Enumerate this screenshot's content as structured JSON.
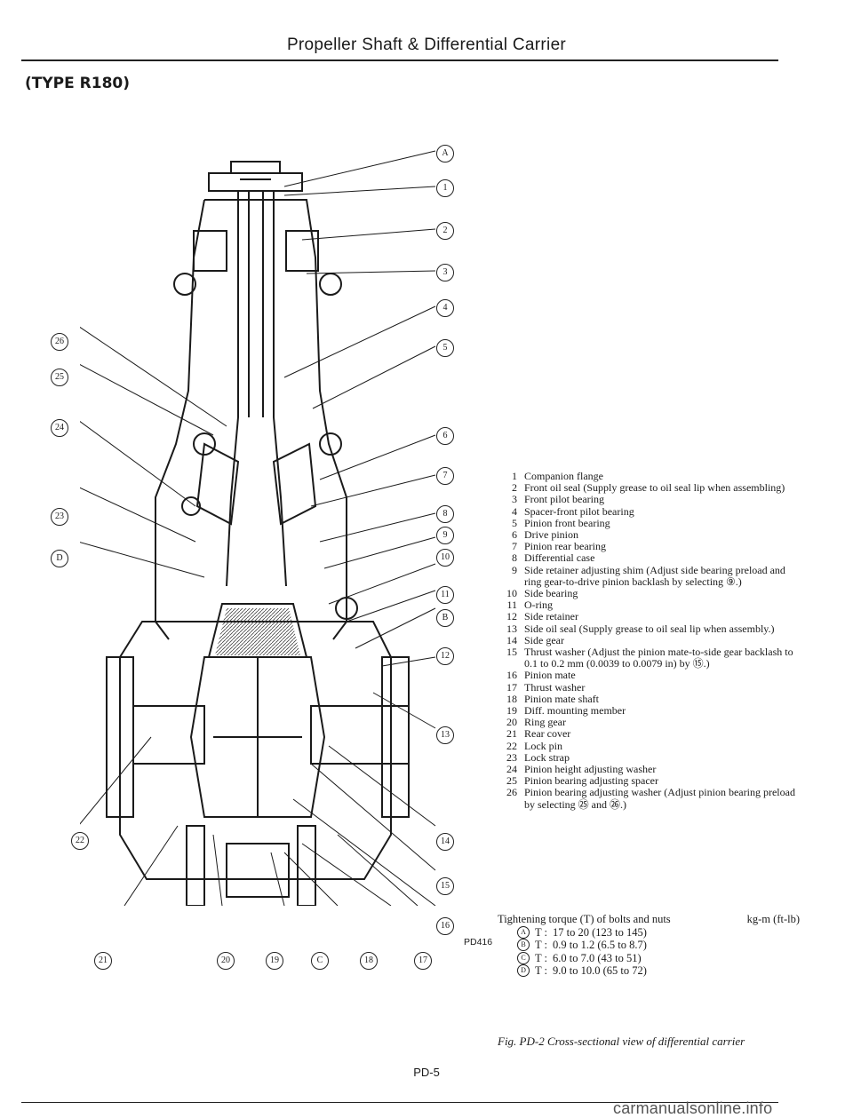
{
  "header": {
    "title": "Propeller Shaft & Differential Carrier"
  },
  "type_label": "(TYPE R180)",
  "callouts": {
    "A": "A",
    "B": "B",
    "C": "C",
    "D": "D",
    "n1": "1",
    "n2": "2",
    "n3": "3",
    "n4": "4",
    "n5": "5",
    "n6": "6",
    "n7": "7",
    "n8": "8",
    "n9": "9",
    "n10": "10",
    "n11": "11",
    "n12": "12",
    "n13": "13",
    "n14": "14",
    "n15": "15",
    "n16": "16",
    "n17": "17",
    "n18": "18",
    "n19": "19",
    "n20": "20",
    "n21": "21",
    "n22": "22",
    "n23": "23",
    "n24": "24",
    "n25": "25",
    "n26": "26"
  },
  "parts": [
    {
      "num": "1",
      "text": "Companion flange"
    },
    {
      "num": "2",
      "text": "Front oil seal (Supply grease to oil seal lip when assembling)"
    },
    {
      "num": "3",
      "text": "Front pilot bearing"
    },
    {
      "num": "4",
      "text": "Spacer-front pilot bearing"
    },
    {
      "num": "5",
      "text": "Pinion front bearing"
    },
    {
      "num": "6",
      "text": "Drive pinion"
    },
    {
      "num": "7",
      "text": "Pinion rear bearing"
    },
    {
      "num": "8",
      "text": "Differential case"
    },
    {
      "num": "9",
      "text": "Side retainer adjusting shim (Adjust side bearing preload and ring gear-to-drive pinion backlash by selecting ⑨.)"
    },
    {
      "num": "10",
      "text": "Side bearing"
    },
    {
      "num": "11",
      "text": "O-ring"
    },
    {
      "num": "12",
      "text": "Side retainer"
    },
    {
      "num": "13",
      "text": "Side oil seal (Supply grease to oil seal lip when assembly.)"
    },
    {
      "num": "14",
      "text": "Side gear"
    },
    {
      "num": "15",
      "text": "Thrust washer (Adjust the pinion mate-to-side gear backlash to 0.1 to 0.2 mm (0.0039 to 0.0079 in) by ⑮.)"
    },
    {
      "num": "16",
      "text": "Pinion mate"
    },
    {
      "num": "17",
      "text": "Thrust washer"
    },
    {
      "num": "18",
      "text": "Pinion mate shaft"
    },
    {
      "num": "19",
      "text": "Diff. mounting member"
    },
    {
      "num": "20",
      "text": "Ring gear"
    },
    {
      "num": "21",
      "text": "Rear cover"
    },
    {
      "num": "22",
      "text": "Lock pin"
    },
    {
      "num": "23",
      "text": "Lock strap"
    },
    {
      "num": "24",
      "text": "Pinion height adjusting washer"
    },
    {
      "num": "25",
      "text": "Pinion bearing adjusting spacer"
    },
    {
      "num": "26",
      "text": "Pinion bearing adjusting washer (Adjust pinion bearing preload by selecting ㉕ and ㉖.)"
    }
  ],
  "torque": {
    "title": "Tightening torque (T) of bolts and nuts",
    "unit": "kg-m (ft-lb)",
    "rows": [
      {
        "key": "A",
        "label": "T :",
        "value": "17 to 20 (123 to 145)"
      },
      {
        "key": "B",
        "label": "T :",
        "value": "0.9 to 1.2 (6.5 to 8.7)"
      },
      {
        "key": "C",
        "label": "T :",
        "value": "6.0 to 7.0 (43 to 51)"
      },
      {
        "key": "D",
        "label": "T :",
        "value": "9.0 to 10.0 (65 to 72)"
      }
    ]
  },
  "fig_code": "PD416",
  "caption": "Fig. PD-2 Cross-sectional view of differential carrier",
  "page_number": "PD-5",
  "watermark": "carmanualsonline.info"
}
